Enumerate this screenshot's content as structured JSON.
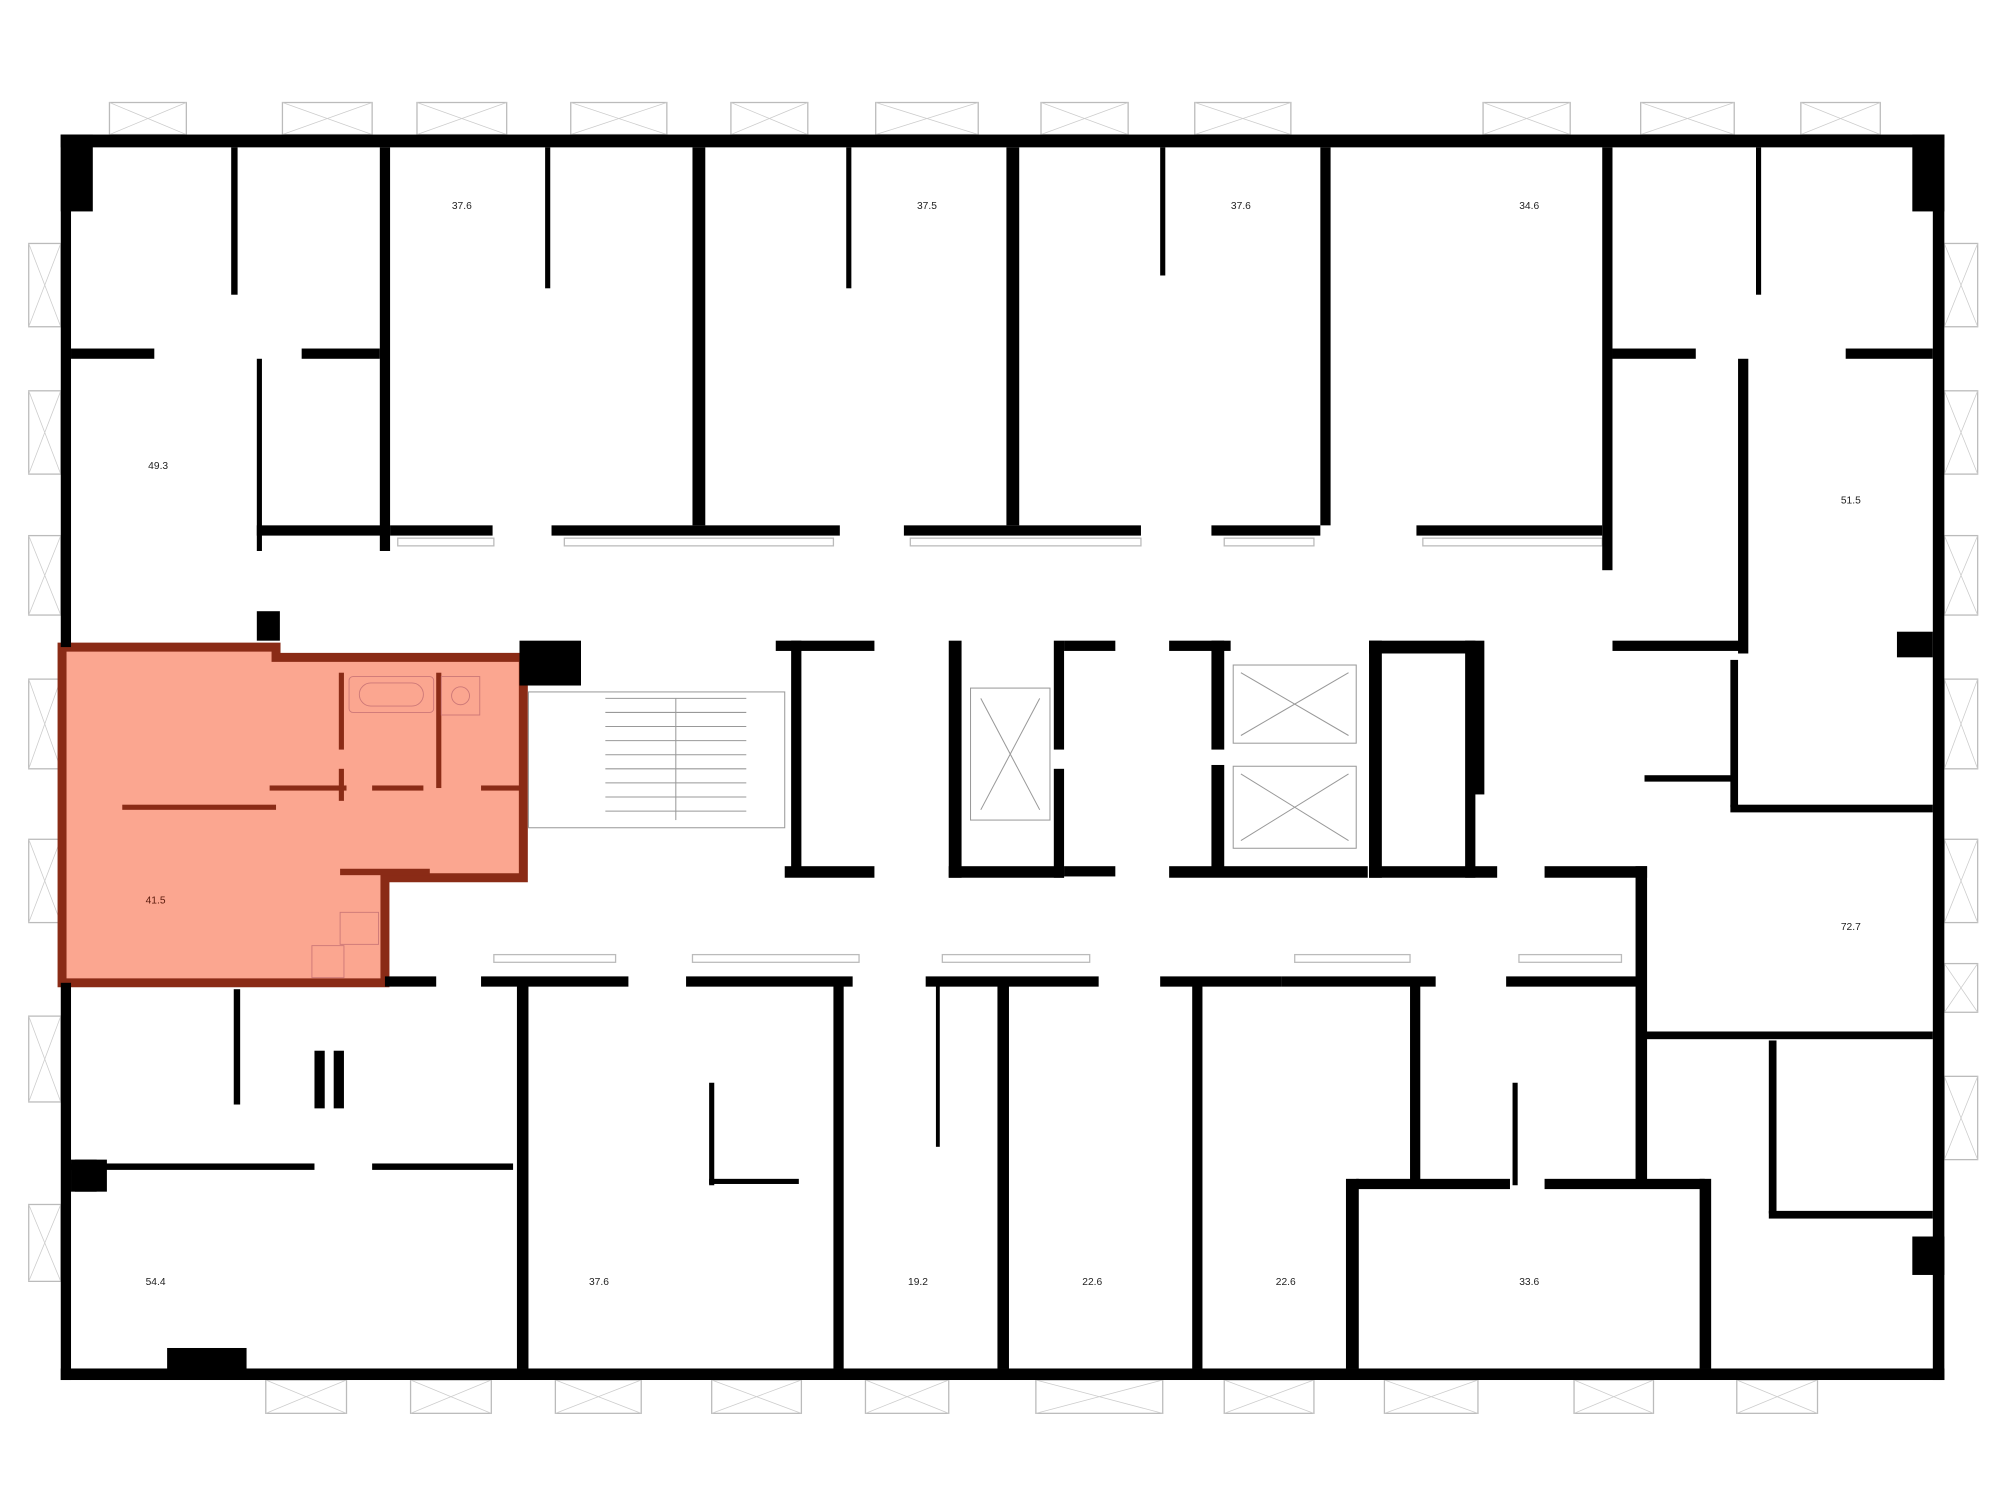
{
  "plan": {
    "highlight_color": "#FBA690",
    "highlight_stroke": "#8A2B16",
    "wall_color": "#000000",
    "selected_unit": "41.5",
    "units": [
      {
        "id": "u1",
        "area": "37.6"
      },
      {
        "id": "u2",
        "area": "37.5"
      },
      {
        "id": "u3",
        "area": "37.6"
      },
      {
        "id": "u4",
        "area": "34.6"
      },
      {
        "id": "u5",
        "area": "49.3"
      },
      {
        "id": "u6",
        "area": "51.5"
      },
      {
        "id": "u7",
        "area": "41.5"
      },
      {
        "id": "u8",
        "area": "72.7"
      },
      {
        "id": "u9",
        "area": "54.4"
      },
      {
        "id": "u10",
        "area": "37.6"
      },
      {
        "id": "u11",
        "area": "19.2"
      },
      {
        "id": "u12",
        "area": "22.6"
      },
      {
        "id": "u13",
        "area": "22.6"
      },
      {
        "id": "u14",
        "area": "33.6"
      }
    ]
  }
}
